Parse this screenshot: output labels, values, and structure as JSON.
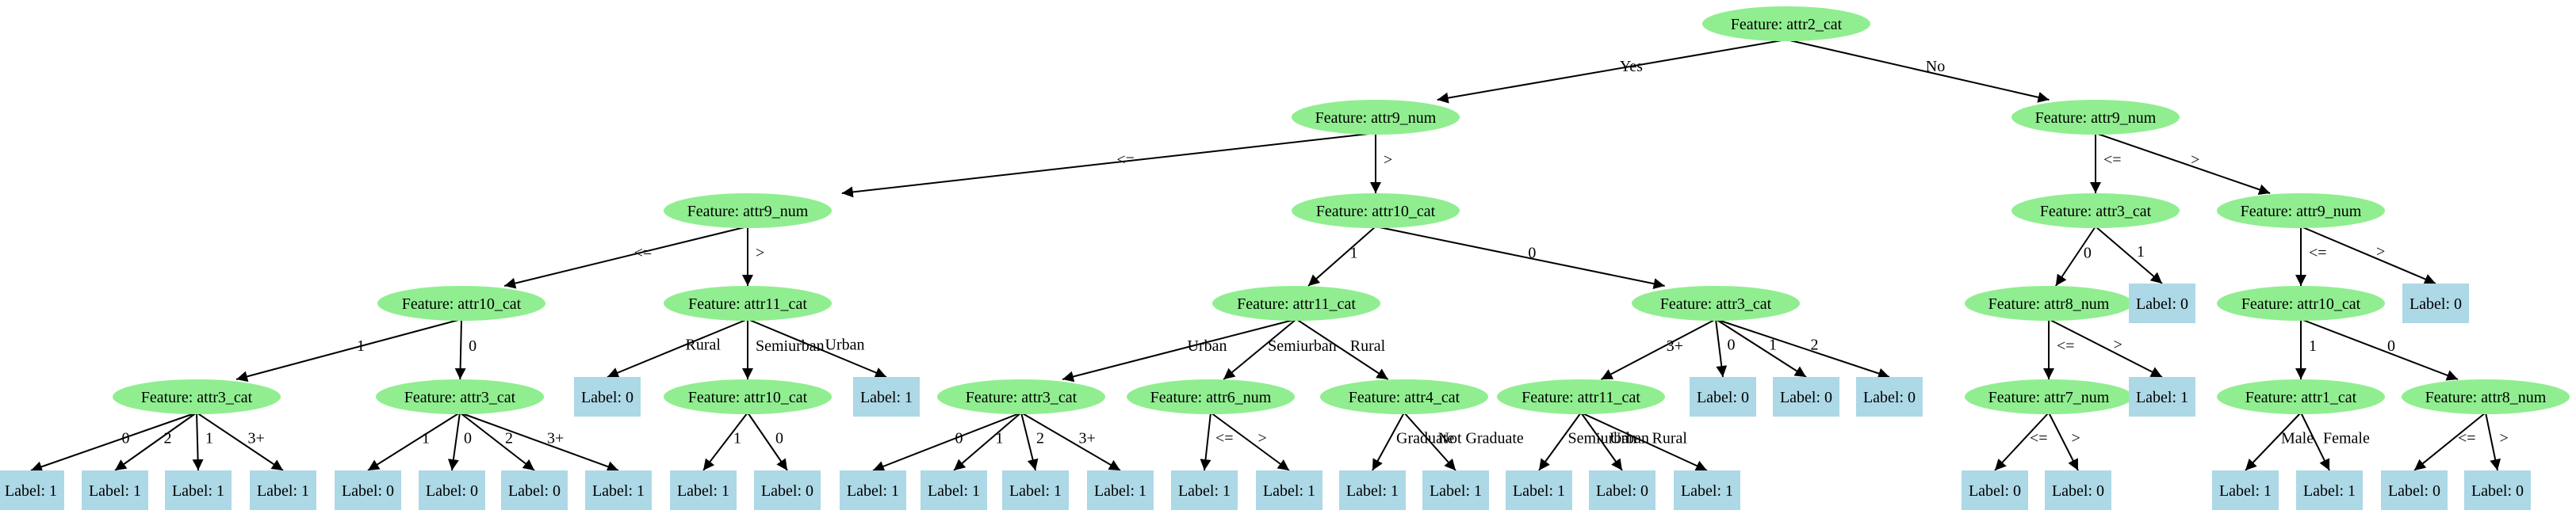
{
  "colors": {
    "feature": "#90ee90",
    "leaf": "#add8e6",
    "edge": "#000000"
  },
  "nodes": [
    {
      "id": "n0",
      "type": "feature",
      "label": "Feature: attr2_cat"
    },
    {
      "id": "n1",
      "type": "feature",
      "label": "Feature: attr9_num"
    },
    {
      "id": "n2",
      "type": "feature",
      "label": "Feature: attr9_num"
    },
    {
      "id": "n3",
      "type": "feature",
      "label": "Feature: attr10_cat"
    },
    {
      "id": "n4",
      "type": "feature",
      "label": "Feature: attr3_cat"
    },
    {
      "id": "n5",
      "type": "feature",
      "label": "Feature: attr3_cat"
    },
    {
      "id": "n6",
      "type": "feature",
      "label": "Feature: attr11_cat"
    },
    {
      "id": "n7",
      "type": "feature",
      "label": "Feature: attr10_cat"
    },
    {
      "id": "n8",
      "type": "feature",
      "label": "Feature: attr10_cat"
    },
    {
      "id": "n9",
      "type": "feature",
      "label": "Feature: attr11_cat"
    },
    {
      "id": "n10",
      "type": "feature",
      "label": "Feature: attr3_cat"
    },
    {
      "id": "n11",
      "type": "feature",
      "label": "Feature: attr6_num"
    },
    {
      "id": "n12",
      "type": "feature",
      "label": "Feature: attr4_cat"
    },
    {
      "id": "n13",
      "type": "feature",
      "label": "Feature: attr3_cat"
    },
    {
      "id": "n14",
      "type": "feature",
      "label": "Feature: attr11_cat"
    },
    {
      "id": "n15",
      "type": "feature",
      "label": "Feature: attr9_num"
    },
    {
      "id": "n16",
      "type": "feature",
      "label": "Feature: attr3_cat"
    },
    {
      "id": "n17",
      "type": "feature",
      "label": "Feature: attr8_num"
    },
    {
      "id": "n18",
      "type": "feature",
      "label": "Feature: attr7_num"
    },
    {
      "id": "n19",
      "type": "feature",
      "label": "Feature: attr9_num"
    },
    {
      "id": "n20",
      "type": "feature",
      "label": "Feature: attr10_cat"
    },
    {
      "id": "n21",
      "type": "feature",
      "label": "Feature: attr1_cat"
    },
    {
      "id": "n22",
      "type": "feature",
      "label": "Feature: attr8_num"
    },
    {
      "id": "l1",
      "type": "leaf",
      "label": "Label: 1"
    },
    {
      "id": "l2",
      "type": "leaf",
      "label": "Label: 1"
    },
    {
      "id": "l3",
      "type": "leaf",
      "label": "Label: 1"
    },
    {
      "id": "l4",
      "type": "leaf",
      "label": "Label: 1"
    },
    {
      "id": "l5",
      "type": "leaf",
      "label": "Label: 0"
    },
    {
      "id": "l6",
      "type": "leaf",
      "label": "Label: 0"
    },
    {
      "id": "l7",
      "type": "leaf",
      "label": "Label: 0"
    },
    {
      "id": "l8",
      "type": "leaf",
      "label": "Label: 1"
    },
    {
      "id": "l9",
      "type": "leaf",
      "label": "Label: 0"
    },
    {
      "id": "l10",
      "type": "leaf",
      "label": "Label: 1"
    },
    {
      "id": "l11",
      "type": "leaf",
      "label": "Label: 0"
    },
    {
      "id": "l12",
      "type": "leaf",
      "label": "Label: 1"
    },
    {
      "id": "l13",
      "type": "leaf",
      "label": "Label: 1"
    },
    {
      "id": "l14",
      "type": "leaf",
      "label": "Label: 1"
    },
    {
      "id": "l15",
      "type": "leaf",
      "label": "Label: 1"
    },
    {
      "id": "l16",
      "type": "leaf",
      "label": "Label: 1"
    },
    {
      "id": "l17",
      "type": "leaf",
      "label": "Label: 1"
    },
    {
      "id": "l18",
      "type": "leaf",
      "label": "Label: 1"
    },
    {
      "id": "l19",
      "type": "leaf",
      "label": "Label: 1"
    },
    {
      "id": "l20",
      "type": "leaf",
      "label": "Label: 1"
    },
    {
      "id": "l21",
      "type": "leaf",
      "label": "Label: 1"
    },
    {
      "id": "l22",
      "type": "leaf",
      "label": "Label: 0"
    },
    {
      "id": "l23",
      "type": "leaf",
      "label": "Label: 1"
    },
    {
      "id": "l24",
      "type": "leaf",
      "label": "Label: 0"
    },
    {
      "id": "l25",
      "type": "leaf",
      "label": "Label: 0"
    },
    {
      "id": "l26",
      "type": "leaf",
      "label": "Label: 0"
    },
    {
      "id": "l27",
      "type": "leaf",
      "label": "Label: 0"
    },
    {
      "id": "l28",
      "type": "leaf",
      "label": "Label: 0"
    },
    {
      "id": "l29",
      "type": "leaf",
      "label": "Label: 0"
    },
    {
      "id": "l30",
      "type": "leaf",
      "label": "Label: 1"
    },
    {
      "id": "l31",
      "type": "leaf",
      "label": "Label: 0"
    },
    {
      "id": "l32",
      "type": "leaf",
      "label": "Label: 1"
    },
    {
      "id": "l33",
      "type": "leaf",
      "label": "Label: 1"
    },
    {
      "id": "l34",
      "type": "leaf",
      "label": "Label: 0"
    },
    {
      "id": "l35",
      "type": "leaf",
      "label": "Label: 0"
    }
  ],
  "edges": [
    {
      "from": "n0",
      "to": "n1",
      "label": "Yes"
    },
    {
      "from": "n0",
      "to": "n15",
      "label": "No"
    },
    {
      "from": "n1",
      "to": "n2",
      "label": "<="
    },
    {
      "from": "n1",
      "to": "n8",
      "label": ">"
    },
    {
      "from": "n2",
      "to": "n3",
      "label": "<="
    },
    {
      "from": "n2",
      "to": "n6",
      "label": ">"
    },
    {
      "from": "n3",
      "to": "n4",
      "label": "1"
    },
    {
      "from": "n3",
      "to": "n5",
      "label": "0"
    },
    {
      "from": "n4",
      "to": "l1",
      "label": "0"
    },
    {
      "from": "n4",
      "to": "l2",
      "label": "2"
    },
    {
      "from": "n4",
      "to": "l3",
      "label": "1"
    },
    {
      "from": "n4",
      "to": "l4",
      "label": "3+"
    },
    {
      "from": "n5",
      "to": "l5",
      "label": "1"
    },
    {
      "from": "n5",
      "to": "l6",
      "label": "0"
    },
    {
      "from": "n5",
      "to": "l7",
      "label": "2"
    },
    {
      "from": "n5",
      "to": "l8",
      "label": "3+"
    },
    {
      "from": "n6",
      "to": "l9",
      "label": "Rural"
    },
    {
      "from": "n6",
      "to": "n7",
      "label": "Semiurban"
    },
    {
      "from": "n6",
      "to": "l12",
      "label": "Urban"
    },
    {
      "from": "n7",
      "to": "l10",
      "label": "1"
    },
    {
      "from": "n7",
      "to": "l11",
      "label": "0"
    },
    {
      "from": "n8",
      "to": "n9",
      "label": "1"
    },
    {
      "from": "n8",
      "to": "n13",
      "label": "0"
    },
    {
      "from": "n9",
      "to": "n10",
      "label": "Urban"
    },
    {
      "from": "n9",
      "to": "n11",
      "label": "Semiurban"
    },
    {
      "from": "n9",
      "to": "n12",
      "label": "Rural"
    },
    {
      "from": "n10",
      "to": "l13",
      "label": "0"
    },
    {
      "from": "n10",
      "to": "l14",
      "label": "1"
    },
    {
      "from": "n10",
      "to": "l15",
      "label": "2"
    },
    {
      "from": "n10",
      "to": "l16",
      "label": "3+"
    },
    {
      "from": "n11",
      "to": "l17",
      "label": "<="
    },
    {
      "from": "n11",
      "to": "l18",
      "label": ">"
    },
    {
      "from": "n12",
      "to": "l19",
      "label": "Graduate"
    },
    {
      "from": "n12",
      "to": "l20",
      "label": "Not Graduate"
    },
    {
      "from": "n13",
      "to": "n14",
      "label": "3+"
    },
    {
      "from": "n13",
      "to": "l24",
      "label": "0"
    },
    {
      "from": "n13",
      "to": "l25",
      "label": "1"
    },
    {
      "from": "n13",
      "to": "l26",
      "label": "2"
    },
    {
      "from": "n14",
      "to": "l21",
      "label": "Semiurban"
    },
    {
      "from": "n14",
      "to": "l22",
      "label": "Urban"
    },
    {
      "from": "n14",
      "to": "l23",
      "label": "Rural"
    },
    {
      "from": "n15",
      "to": "n16",
      "label": "<="
    },
    {
      "from": "n15",
      "to": "n19",
      "label": ">"
    },
    {
      "from": "n16",
      "to": "n17",
      "label": "0"
    },
    {
      "from": "n16",
      "to": "l27",
      "label": "1"
    },
    {
      "from": "n17",
      "to": "n18",
      "label": "<="
    },
    {
      "from": "n17",
      "to": "l30",
      "label": ">"
    },
    {
      "from": "n18",
      "to": "l28",
      "label": "<="
    },
    {
      "from": "n18",
      "to": "l29",
      "label": ">"
    },
    {
      "from": "n19",
      "to": "n20",
      "label": "<="
    },
    {
      "from": "n19",
      "to": "l31",
      "label": ">"
    },
    {
      "from": "n20",
      "to": "n21",
      "label": "1"
    },
    {
      "from": "n20",
      "to": "n22",
      "label": "0"
    },
    {
      "from": "n21",
      "to": "l32",
      "label": "Male"
    },
    {
      "from": "n21",
      "to": "l33",
      "label": "Female"
    },
    {
      "from": "n22",
      "to": "l34",
      "label": "<="
    },
    {
      "from": "n22",
      "to": "l35",
      "label": ">"
    }
  ]
}
